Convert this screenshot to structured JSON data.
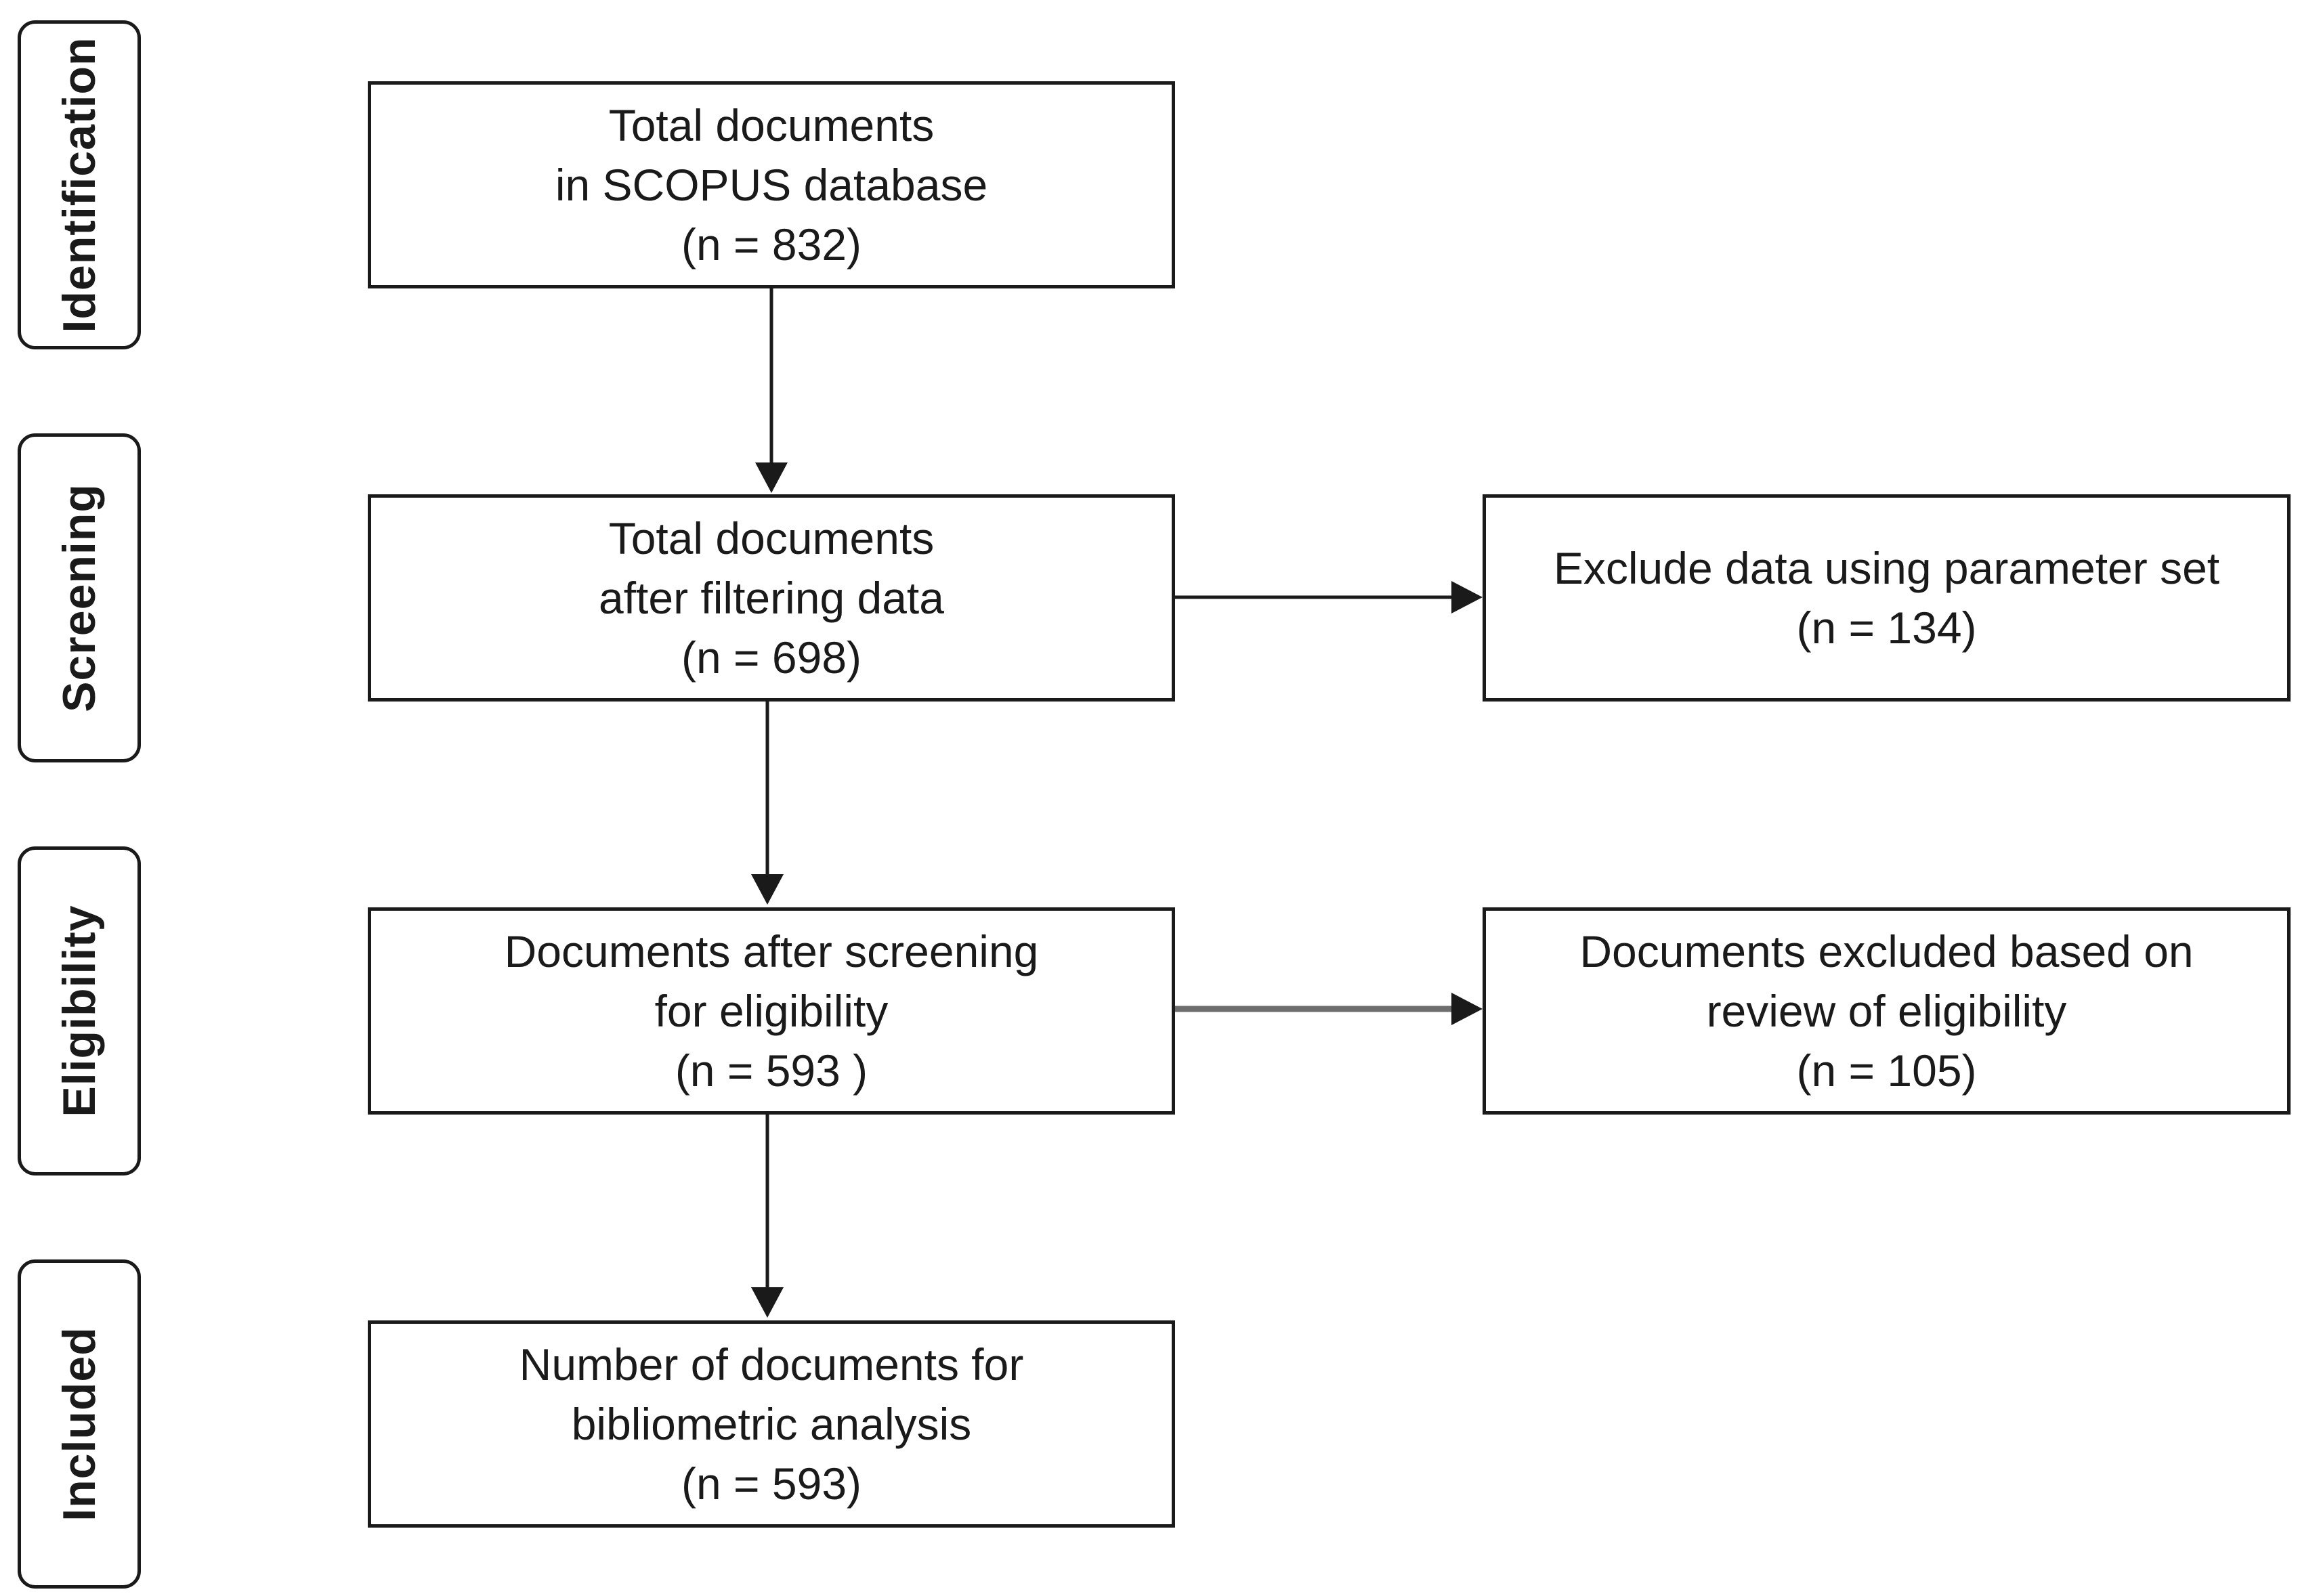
{
  "stages": [
    {
      "label": "Identification"
    },
    {
      "label": "Screening"
    },
    {
      "label": "Eligibility"
    },
    {
      "label": "Included"
    }
  ],
  "main_boxes": [
    {
      "lines": [
        "Total documents",
        "in SCOPUS database",
        "(n = 832)"
      ]
    },
    {
      "lines": [
        "Total documents",
        "after filtering data",
        "(n = 698)"
      ]
    },
    {
      "lines": [
        "Documents after screening",
        "for eligibility",
        "(n = 593 )"
      ]
    },
    {
      "lines": [
        "Number of documents for",
        "bibliometric analysis",
        "(n = 593)"
      ]
    }
  ],
  "side_boxes": [
    {
      "lines": [
        "Exclude data using parameter set",
        "(n = 134)"
      ]
    },
    {
      "lines": [
        "Documents excluded based on",
        "review of eligibility",
        "(n = 105)"
      ]
    }
  ],
  "colors": {
    "stroke": "#1a1a1a",
    "eligibility_arrow": "#6e6e6e",
    "background": "#ffffff"
  }
}
